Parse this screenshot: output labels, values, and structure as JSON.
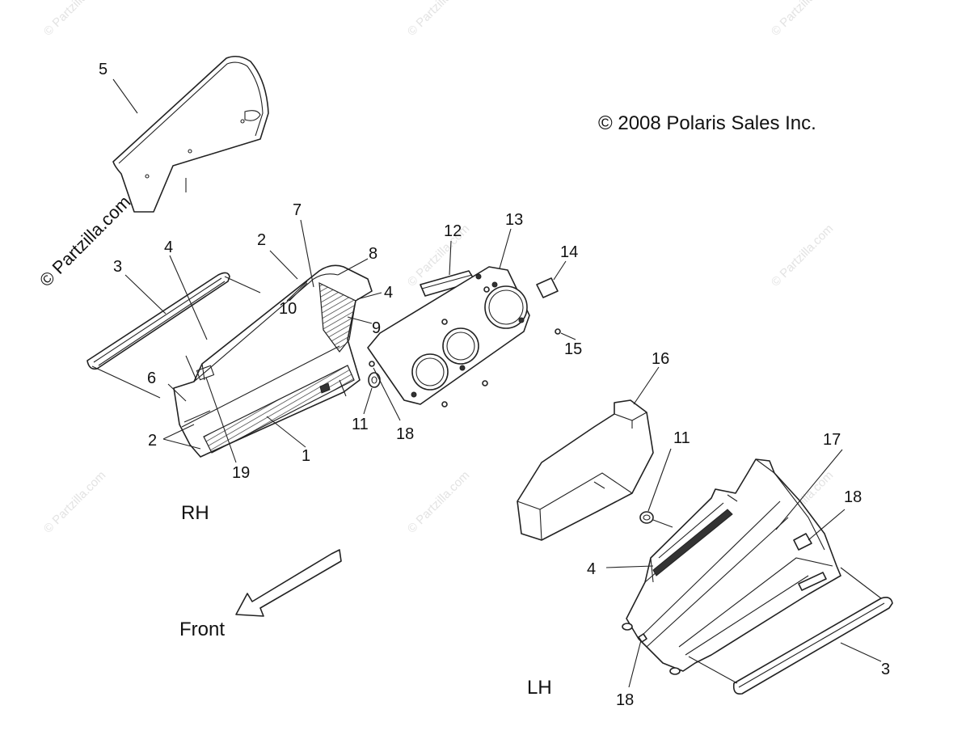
{
  "copyright": "© 2008 Polaris Sales Inc.",
  "watermark_main": "© Partzilla.com",
  "watermark_faint": "© Partzilla.com",
  "labels": {
    "rh": "RH",
    "lh": "LH",
    "front": "Front"
  },
  "callouts": {
    "c5": "5",
    "c3_rh": "3",
    "c4_rh_a": "4",
    "c2_rh_a": "2",
    "c7": "7",
    "c8": "8",
    "c4_rh_b": "4",
    "c10": "10",
    "c9": "9",
    "c6": "6",
    "c2_rh_b": "2",
    "c19": "19",
    "c1": "1",
    "c11_rh": "11",
    "c18_rh": "18",
    "c12": "12",
    "c13": "13",
    "c14": "14",
    "c15": "15",
    "c16": "16",
    "c11_lh": "11",
    "c17": "17",
    "c18_lh_a": "18",
    "c4_lh": "4",
    "c18_lh_b": "18",
    "c3_lh": "3"
  }
}
